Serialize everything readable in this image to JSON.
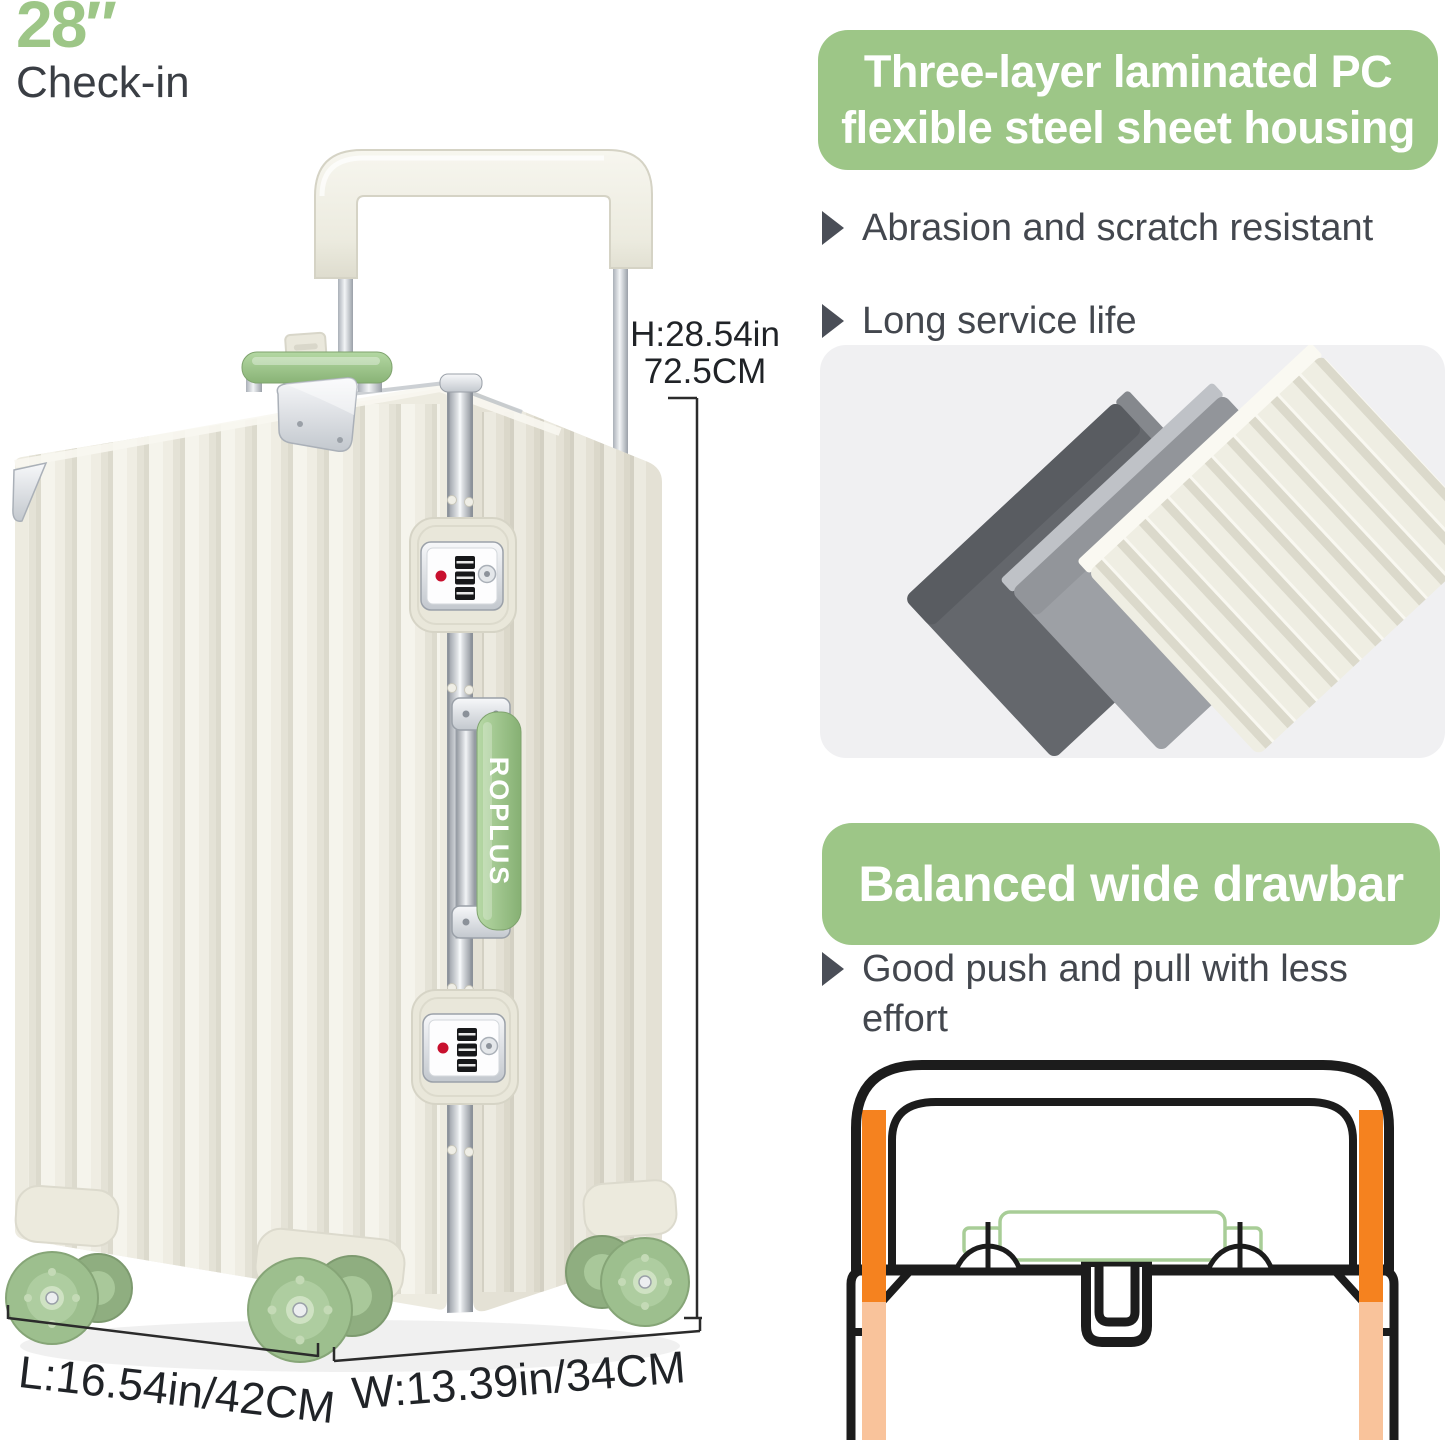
{
  "badge": {
    "size": "28″",
    "label": "Check-in"
  },
  "suitcase": {
    "brand": "ROPLUS"
  },
  "dimensions": {
    "height_line1": "H:28.54in",
    "height_line2": "72.5CM",
    "length": "L:16.54in/42CM",
    "width": "W:13.39in/34CM"
  },
  "sections": [
    {
      "title_lines": [
        "Three-layer laminated PC",
        "flexible steel sheet housing"
      ],
      "bullets": [
        "Abrasion and scratch resistant",
        "Long service life"
      ]
    },
    {
      "title_lines": [
        "Balanced wide drawbar"
      ],
      "bullets": [
        "Good push and pull with less effort"
      ]
    }
  ],
  "colors": {
    "accent-green": "#9dc687",
    "bullet-gray": "#4a4e57",
    "text-dark": "#3e4248",
    "suitcase-cream": "#edebe0",
    "aluminum": "#b9bec5",
    "wheel-green": "#9dbf8e",
    "handle-green": "#a8d096",
    "drawbar-orange": "#f5821f",
    "drawbar-peach": "#f9c39b",
    "diagram-line": "#1c1c1c"
  }
}
